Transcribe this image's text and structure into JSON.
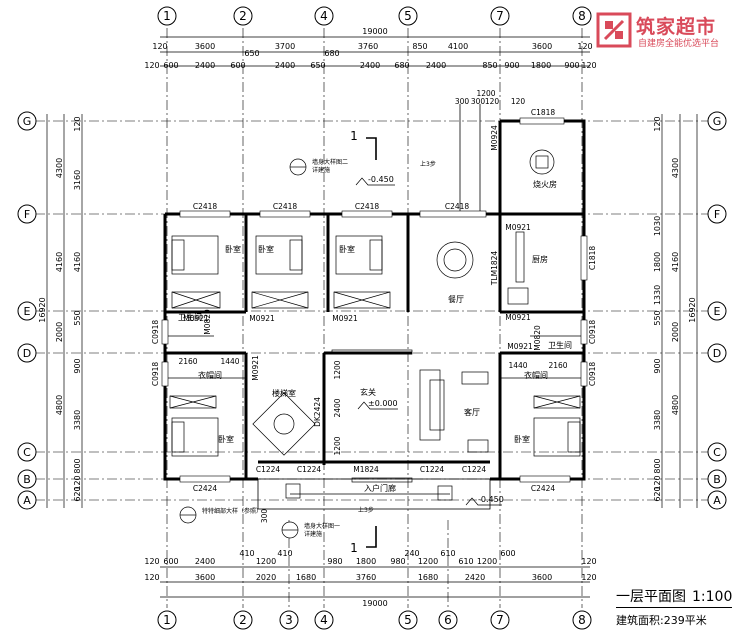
{
  "watermark": {
    "title": "筑家超市",
    "slogan": "自建房全能优选平台",
    "color": "#d94a5a"
  },
  "drawing": {
    "title": "一层平面图",
    "scale": "1:100",
    "area_label": "建筑面积:",
    "area_value": "239平米"
  },
  "axes": {
    "top": [
      "1",
      "2",
      "4",
      "5",
      "7",
      "8"
    ],
    "bottom": [
      "1",
      "2",
      "3",
      "4",
      "5",
      "6",
      "7",
      "8"
    ],
    "left": [
      "G",
      "F",
      "E",
      "D",
      "C",
      "B",
      "A"
    ],
    "right": [
      "G",
      "F",
      "E",
      "D",
      "C",
      "B",
      "A"
    ]
  },
  "dims": {
    "top_total": "19000",
    "top_row2": [
      "120",
      "3600",
      "650",
      "3700",
      "680",
      "3760",
      "850",
      "4100",
      "3600",
      "120"
    ],
    "top_row3": [
      "120",
      "600",
      "2400",
      "600",
      "2400",
      "650",
      "2400",
      "680",
      "2400",
      "850",
      "900",
      "1800",
      "900",
      "120"
    ],
    "bottom_total": "19000",
    "bottom_row2": [
      "120",
      "3600",
      "2020",
      "1680",
      "3760",
      "1680",
      "2420",
      "3600",
      "120"
    ],
    "bottom_row3": [
      "120",
      "600",
      "2400",
      "410",
      "1200",
      "410",
      "980",
      "1800",
      "980",
      "240",
      "1200",
      "610",
      "610",
      "1200",
      "600",
      "120"
    ],
    "left_total": "16920",
    "left_row2": [
      "4300",
      "4160",
      "2000",
      "4800"
    ],
    "left_row3": [
      "120",
      "3160",
      "4160",
      "550",
      "900",
      "3380",
      "800",
      "120",
      "620"
    ],
    "right_total": "16920",
    "right_row2": [
      "4300",
      "4160",
      "2000",
      "4800"
    ],
    "right_row3": [
      "120",
      "1030",
      "1800",
      "1330",
      "550",
      "900",
      "3380",
      "800",
      "120",
      "620"
    ],
    "misc": [
      "300",
      "300",
      "1200",
      "120",
      "120",
      "300",
      "1440",
      "2160",
      "2160",
      "1440",
      "1200",
      "2400",
      "1200"
    ]
  },
  "windows": [
    "C2418",
    "C2418",
    "C2418",
    "C2418",
    "C1818",
    "C1818",
    "C0918",
    "C0918",
    "C0918",
    "C0918",
    "C2424",
    "C2424",
    "C1224",
    "C1224",
    "C1224",
    "C1224"
  ],
  "doors": [
    "M0924",
    "M0921",
    "M0921",
    "M0921",
    "M0921",
    "M0921",
    "M0921",
    "M0921",
    "M0820",
    "M0820",
    "M1824",
    "DK2424",
    "TLM1824"
  ],
  "rooms": {
    "bedroom": "卧室",
    "bathroom": "卫生间",
    "closet": "衣帽间",
    "dining": "餐厅",
    "kitchen": "厨房",
    "fire_kitchen": "烧火房",
    "foyer": "玄关",
    "living": "客厅",
    "stair": "楼梯室",
    "entrance": "入户门廊"
  },
  "levels": [
    "-0.450",
    "±0.000",
    "-0.450"
  ],
  "annotations": {
    "section": "1",
    "wall_ref_a": "墙身大样图二",
    "wall_ref_a_sub": "详建施",
    "wall_ref_b": "特特细部大样（参照）",
    "wall_ref_c": "墙身大样图一",
    "wall_ref_c_sub": "详建施",
    "ramp": "上3步"
  }
}
